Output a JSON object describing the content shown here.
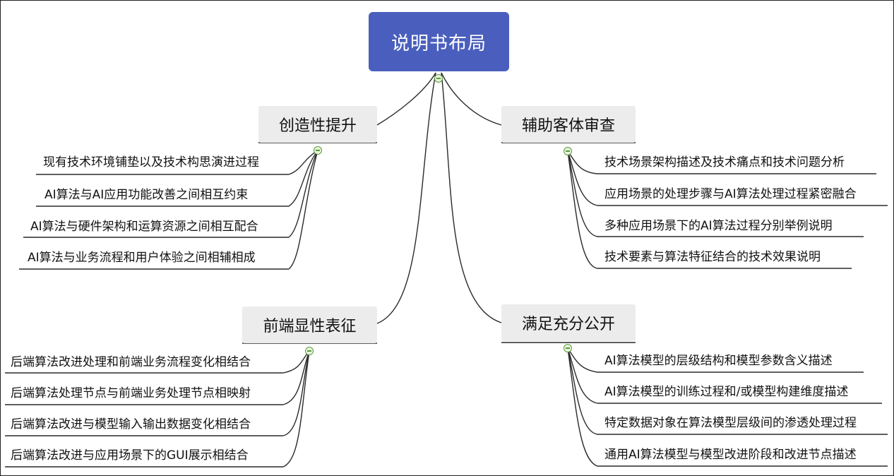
{
  "root": {
    "label": "说明书布局"
  },
  "branches": [
    {
      "label": "创造性提升",
      "items": [
        "现有技术环境铺垫以及技术构思演进过程",
        "AI算法与AI应用功能改善之间相互约束",
        "AI算法与硬件架构和运算资源之间相互配合",
        "AI算法与业务流程和用户体验之间相辅相成"
      ]
    },
    {
      "label": "辅助客体审查",
      "items": [
        "技术场景架构描述及技术痛点和技术问题分析",
        "应用场景的处理步骤与AI算法处理过程紧密融合",
        "多种应用场景下的AI算法过程分别举例说明",
        "技术要素与算法特征结合的技术效果说明"
      ]
    },
    {
      "label": "前端显性表征",
      "items": [
        "后端算法改进处理和前端业务流程变化相结合",
        "后端算法处理节点与前端业务处理节点相映射",
        "后端算法改进与模型输入输出数据变化相结合",
        "后端算法改进与应用场景下的GUI展示相结合"
      ]
    },
    {
      "label": "满足充分公开",
      "items": [
        "AI算法模型的层级结构和模型参数含义描述",
        "AI算法模型的训练过程和/或模型构建维度描述",
        "特定数据对象在算法模型层级间的渗透处理过程",
        "通用AI算法模型与模型改进阶段和改进节点描述"
      ]
    }
  ]
}
